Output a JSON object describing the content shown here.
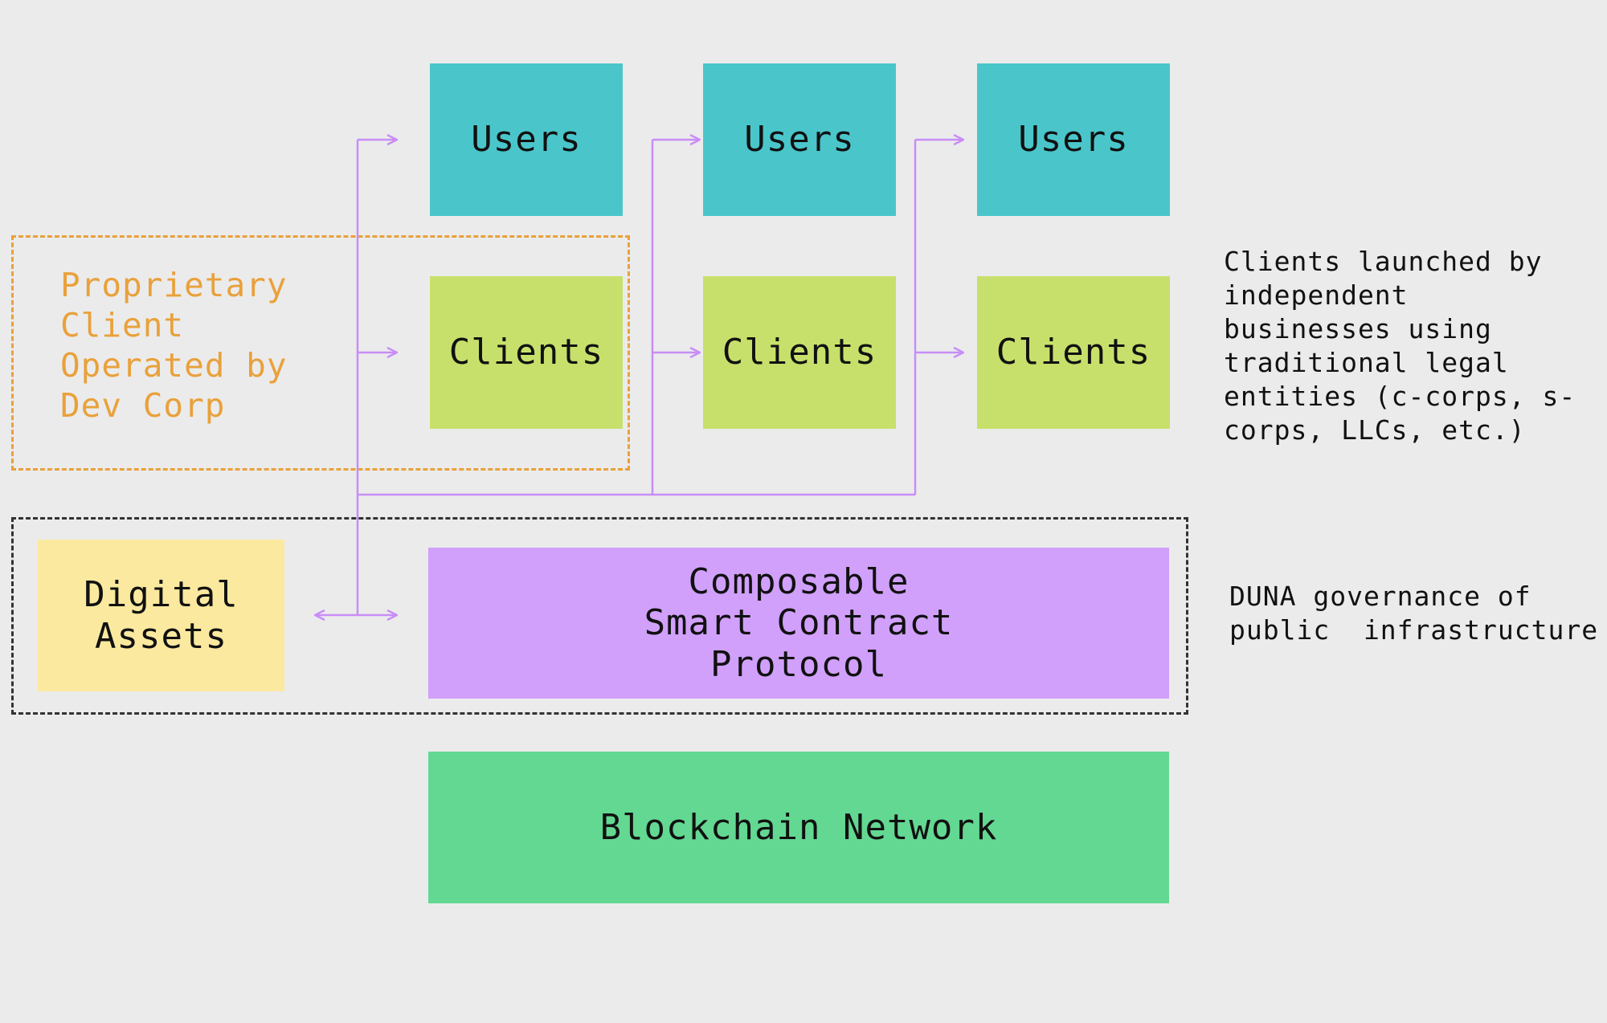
{
  "diagram": {
    "users": [
      "Users",
      "Users",
      "Users"
    ],
    "clients": [
      "Clients",
      "Clients",
      "Clients"
    ],
    "proprietary_client": "Proprietary Client Operated by Dev Corp",
    "digital_assets": "Digital Assets",
    "protocol": "Composable Smart Contract Protocol",
    "network": "Blockchain Network",
    "clients_note": "Clients launched by independent businesses using traditional legal entities (c-corps, s-corps, LLCs, etc.)",
    "governance_note": "DUNA governance of public  infrastructure"
  },
  "colors": {
    "background": "#ebebeb",
    "users": "#4ac6cb",
    "clients": "#c7e06b",
    "digital_assets": "#fbe99f",
    "protocol": "#d1a0fb",
    "network": "#63d892",
    "connector": "#c98df7",
    "proprietary_outline": "#e9a13b",
    "governance_outline": "#333333"
  }
}
